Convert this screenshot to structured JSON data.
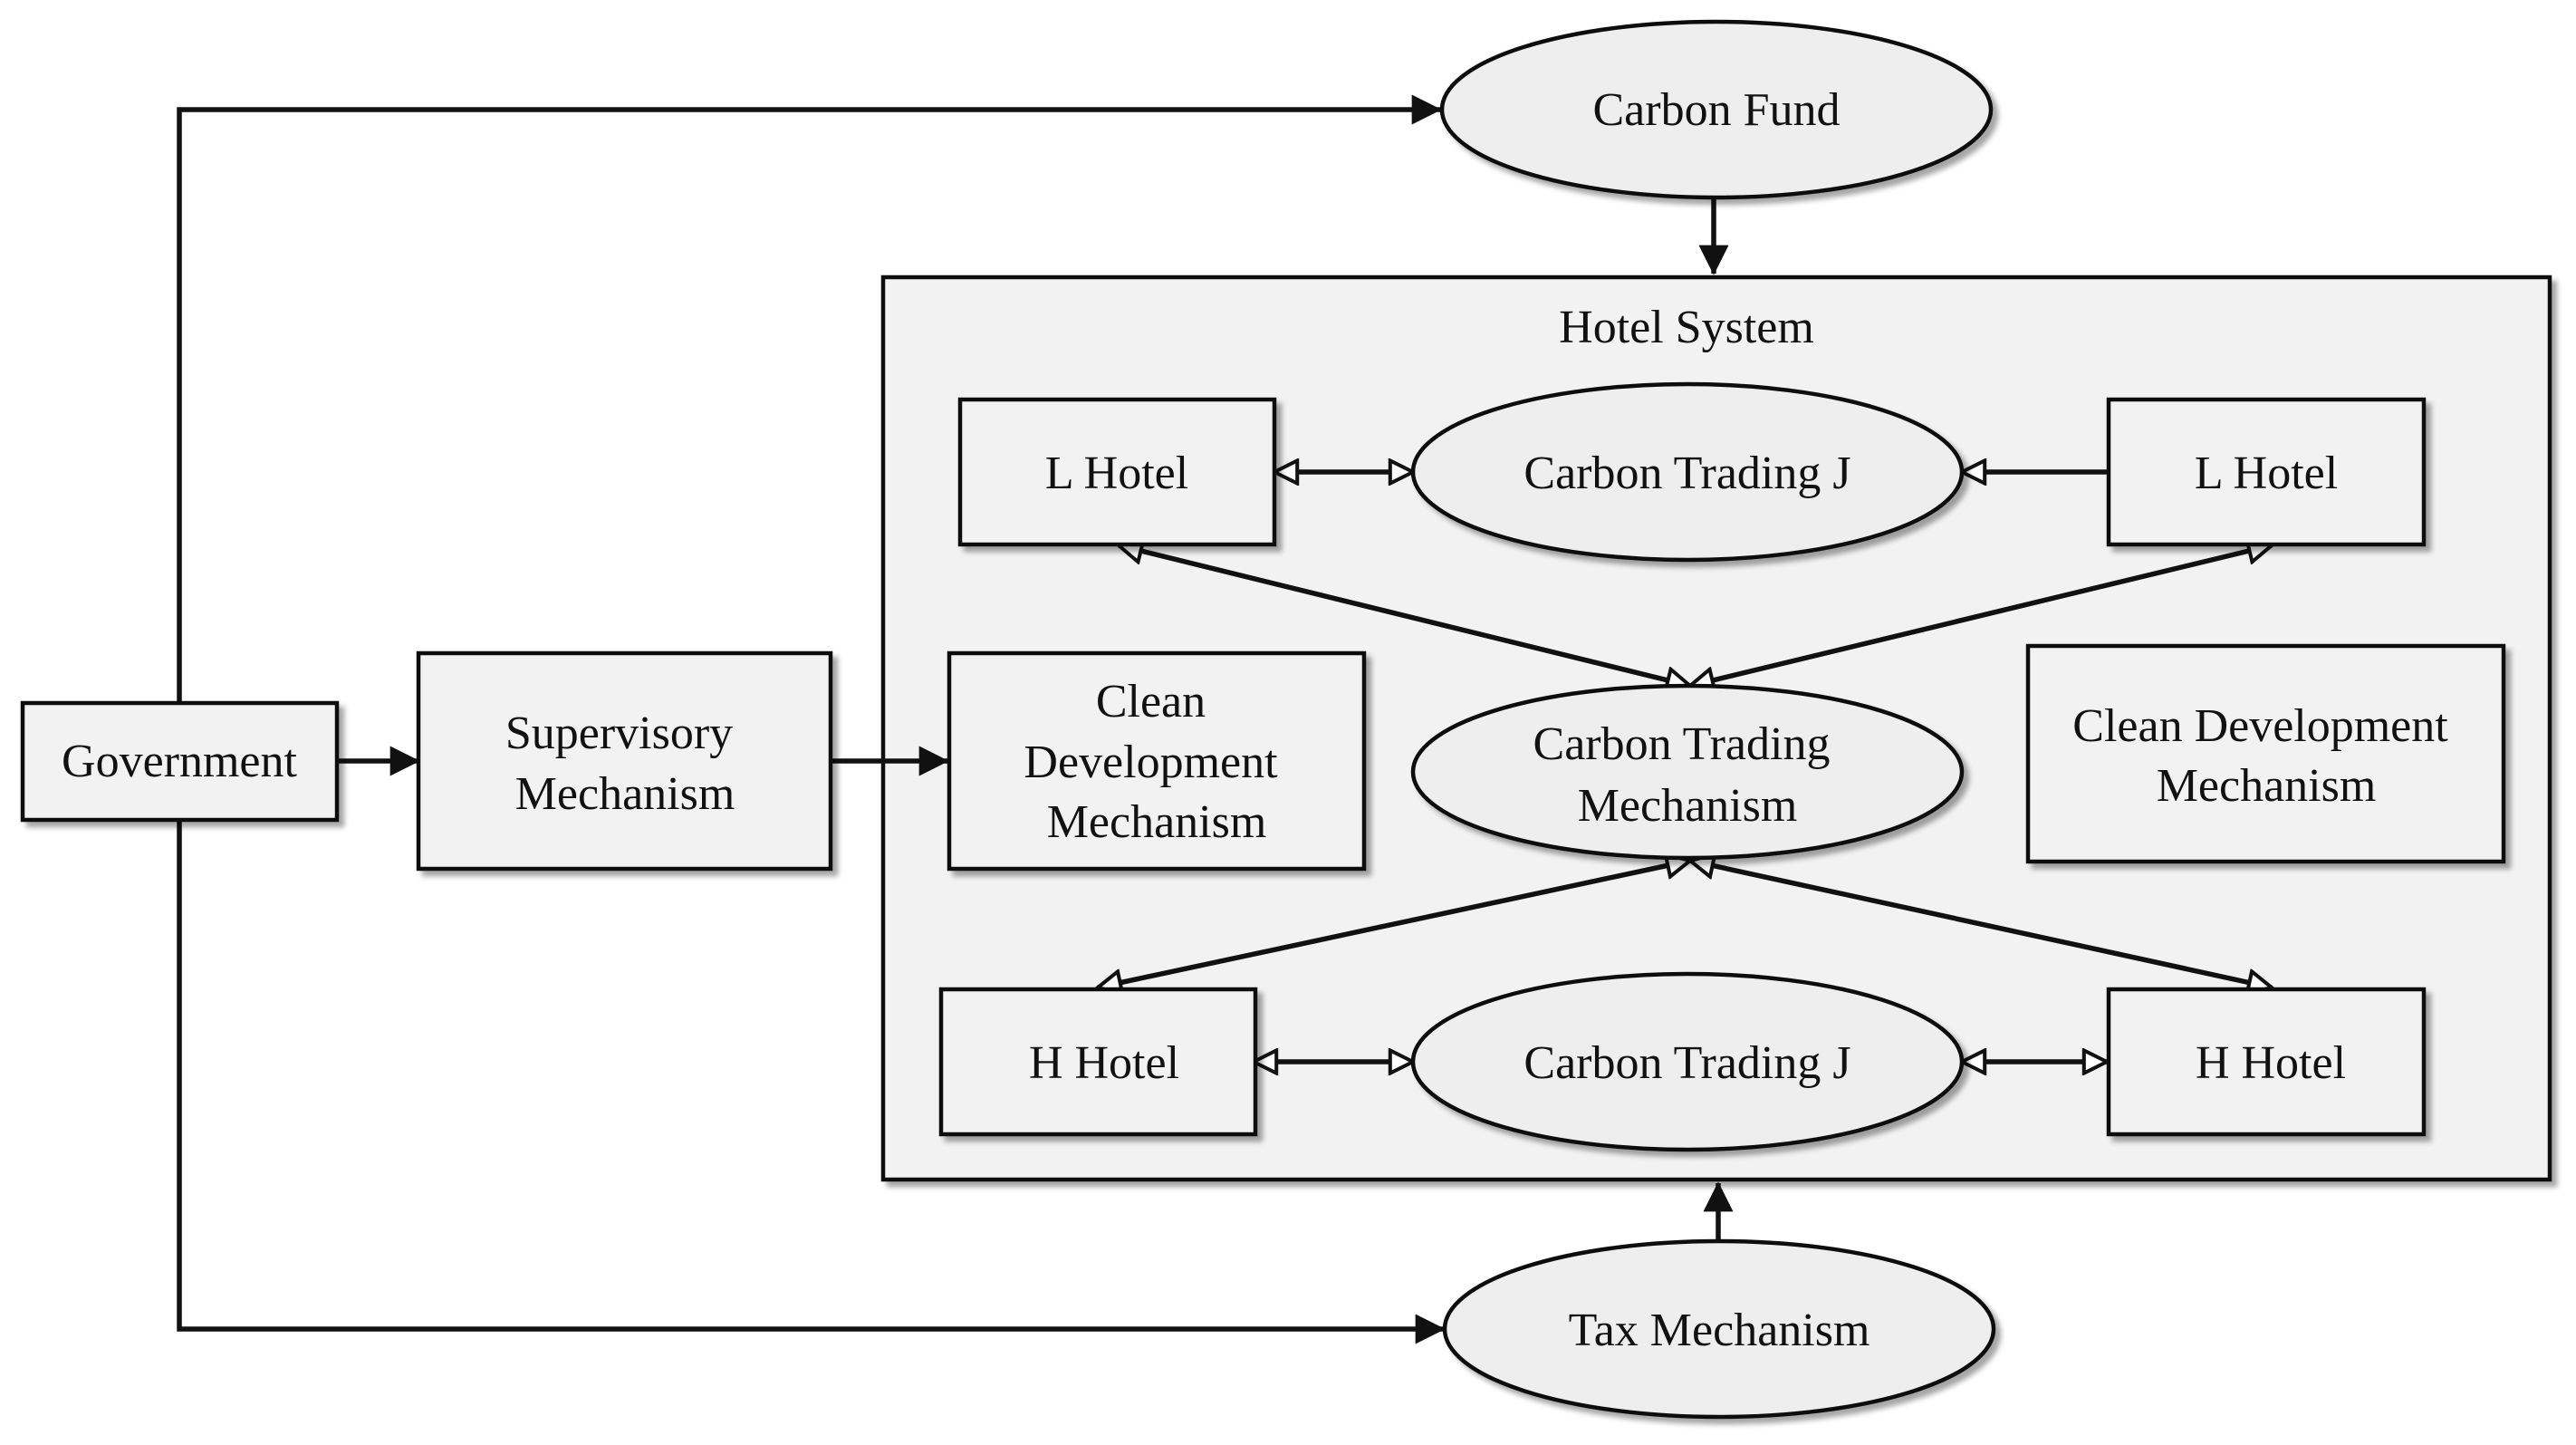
{
  "nodes": {
    "carbon_fund": "Carbon Fund",
    "hotel_system": "Hotel System",
    "government": "Government",
    "supervisory": [
      "Supervisory",
      "Mechanism"
    ],
    "cdm_left": [
      "Clean",
      "Development",
      "Mechanism"
    ],
    "cdm_right": [
      "Clean Development",
      "Mechanism"
    ],
    "l_hotel_left": "L Hotel",
    "l_hotel_right": "L Hotel",
    "ctj_top": "Carbon Trading J",
    "ctm": [
      "Carbon Trading",
      "Mechanism"
    ],
    "h_hotel_left": "H Hotel",
    "h_hotel_right": "H Hotel",
    "ctj_bottom": "Carbon Trading J",
    "tax": "Tax Mechanism"
  },
  "colors": {
    "node_fill": "#f2f2f2",
    "ellipse_fill": "#eeeeee",
    "stroke": "#111111"
  }
}
